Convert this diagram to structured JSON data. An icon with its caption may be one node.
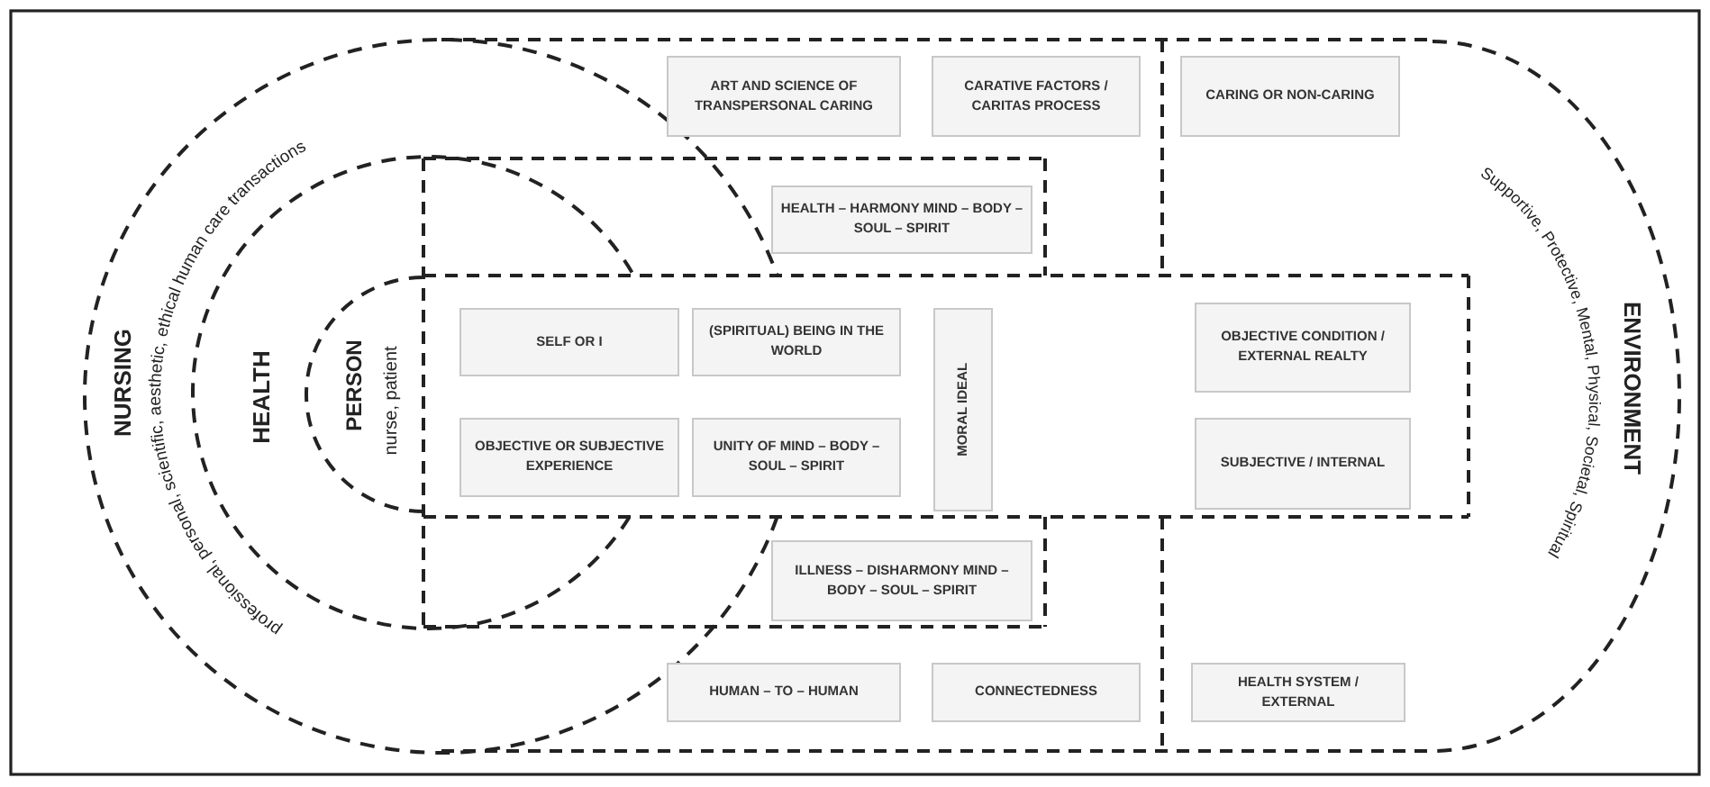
{
  "diagram": {
    "nodes": [
      {
        "text": [
          "NURSING"
        ]
      },
      {
        "text": [
          "professional, personal, scientific, aesthetic, ethical human care transactions"
        ],
        "in": 0
      },
      {
        "text": [
          "HEALTH"
        ],
        "in": 0
      },
      {
        "text": [
          "PERSON",
          "nurse, patient"
        ],
        "in": 2
      },
      {
        "text": [
          "ART AND SCIENCE OF TRANSPERSONAL CARING"
        ]
      },
      {
        "text": [
          "CARATIVE FACTORS / CARITAS PROCESS"
        ]
      },
      {
        "text": [
          "CARING OR NON-CARING"
        ]
      },
      {
        "text": [
          "HEALTH – HARMONY MIND – BODY – SOUL – SPIRIT"
        ]
      },
      {
        "text": [
          "SELF OR I"
        ],
        "in": 0
      },
      {
        "text": [
          "(SPIRITUAL) BEING IN THE WORLD"
        ]
      },
      {
        "text": [
          "MORAL IDEAL"
        ]
      },
      {
        "text": [
          "OBJECTIVE CONDITION / EXTERNAL REALTY"
        ]
      },
      {
        "text": [
          "OBJECTIVE OR SUBJECTIVE EXPERIENCE"
        ],
        "in": 0
      },
      {
        "text": [
          "UNITY OF MIND – BODY – SOUL – SPIRIT"
        ]
      },
      {
        "text": [
          "SUBJECTIVE / INTERNAL"
        ]
      },
      {
        "text": [
          "ILLNESS – DISHARMONY MIND – BODY – SOUL – SPIRIT"
        ]
      },
      {
        "text": [
          "HUMAN – TO – HUMAN"
        ]
      },
      {
        "text": [
          "CONNECTEDNESS"
        ]
      },
      {
        "text": [
          "HEALTH SYSTEM / EXTERNAL"
        ]
      },
      {
        "text": [
          "ENVIRONMENT",
          "Supportive, Protective, Mental, Physical, Societal, Spiritual"
        ]
      }
    ]
  }
}
